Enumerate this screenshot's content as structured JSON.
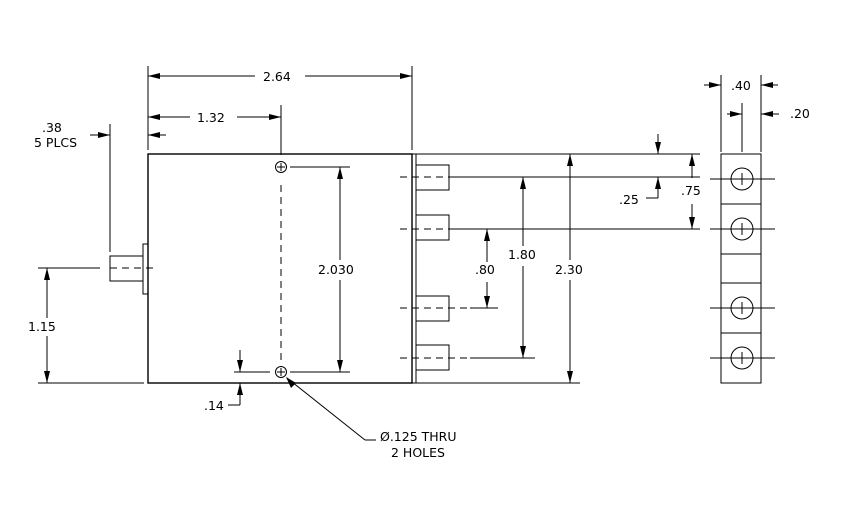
{
  "dimensions": {
    "overall_width": "2.64",
    "half_width": "1.32",
    "connector_length": ".38",
    "connector_count": "5 PLCS",
    "hole_spacing": "2.030",
    "connector_height": "1.15",
    "hole_offset": ".14",
    "hole_note_line1": "Ø.125 THRU",
    "hole_note_line2": "2 HOLES",
    "top_offset": ".25",
    "pitch": ".75",
    "inner_spacing": ".80",
    "outer_spacing": "1.80",
    "overall_height": "2.30",
    "side_width": ".40",
    "side_center": ".20"
  }
}
